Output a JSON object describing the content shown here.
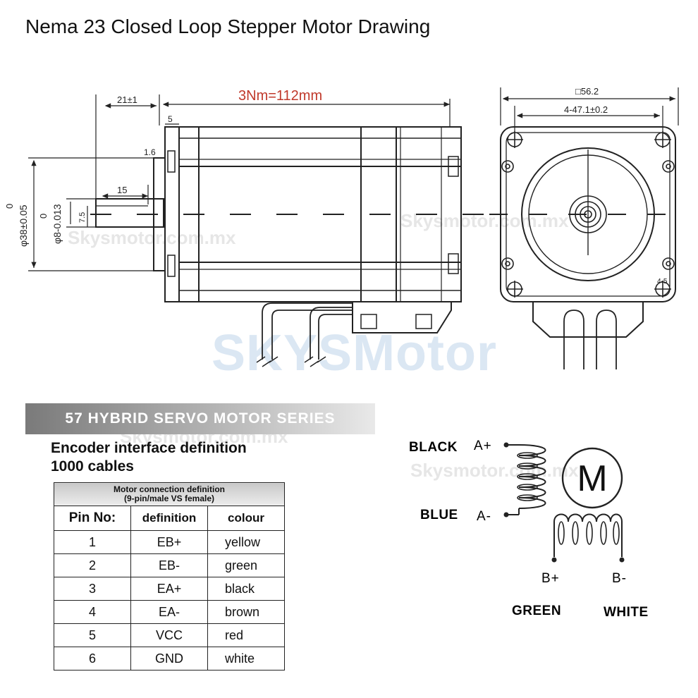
{
  "title": "Nema 23 Closed Loop Stepper Motor Drawing",
  "dimensions": {
    "body_length": "3Nm=112mm",
    "shaft_extension": "21±1",
    "flange_thickness": "5",
    "flange_offset": "1.6",
    "flat_length": "15",
    "flat_depth": "7.5",
    "boss_diameter_top": "0",
    "boss_diameter": "φ38±0.05",
    "shaft_diameter_top": "0",
    "shaft_diameter": "φ8-0.013",
    "frame_size": "□56.2",
    "hole_spacing": "4-47.1±0.2",
    "hole_label": "4-5"
  },
  "watermark": {
    "brand": "SKYSMotor",
    "site": "Skysmotor.com.mx"
  },
  "series_banner": "57 HYBRID SERVO MOTOR SERIES",
  "encoder": {
    "title": "Encoder interface definition",
    "subtitle": "1000 cables",
    "table_caption_1": "Motor connection definition",
    "table_caption_2": "(9-pin/male VS female)",
    "headers": [
      "Pin No:",
      "definition",
      "colour"
    ],
    "rows": [
      {
        "pin": "1",
        "definition": "EB+",
        "colour": "yellow"
      },
      {
        "pin": "2",
        "definition": "EB-",
        "colour": "green"
      },
      {
        "pin": "3",
        "definition": "EA+",
        "colour": "black"
      },
      {
        "pin": "4",
        "definition": "EA-",
        "colour": "brown"
      },
      {
        "pin": "5",
        "definition": "VCC",
        "colour": "red"
      },
      {
        "pin": "6",
        "definition": "GND",
        "colour": "white"
      }
    ]
  },
  "wiring": {
    "motor_symbol": "M",
    "black": "BLACK",
    "blue": "BLUE",
    "green": "GREEN",
    "white": "WHITE",
    "a_plus": "A+",
    "a_minus": "A-",
    "b_plus": "B+",
    "b_minus": "B-"
  },
  "colors": {
    "dimension_red": "#c0392b",
    "line": "#222222"
  }
}
